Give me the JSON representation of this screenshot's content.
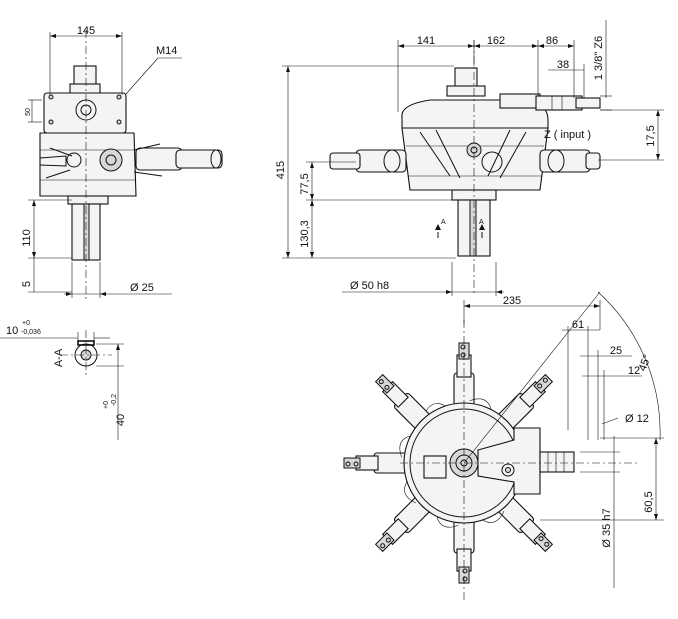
{
  "dimensions": {
    "front_width": "145",
    "thread": "M14",
    "small_50": "50",
    "shaft_len_110": "110",
    "shaft_len_5": "5",
    "shaft_diam_25": "Ø 25",
    "side_141": "141",
    "side_162": "162",
    "side_86": "86",
    "side_38": "38",
    "input_shaft_spline": "1 3/8\" Z6",
    "input_label": "Z ( input )",
    "side_17_5": "17,5",
    "total_height_415": "415",
    "height_77_5": "77,5",
    "height_130_3": "130,3",
    "hub_diam": "Ø 50  h8",
    "section_label": "A-A",
    "section_marker": "A",
    "key_width_nominal": "10",
    "key_width_upper": "+0",
    "key_width_lower": "-0,036",
    "key_depth_nominal": "40",
    "key_depth_upper": "+0",
    "key_depth_lower": "-0,2",
    "plan_235": "235",
    "plan_61": "61",
    "plan_25": "25",
    "plan_12": "12",
    "plan_angle": "45°",
    "plan_hole_diam": "Ø  12",
    "plan_input_diam": "Ø 35  h7",
    "plan_60_5": "60,5"
  }
}
